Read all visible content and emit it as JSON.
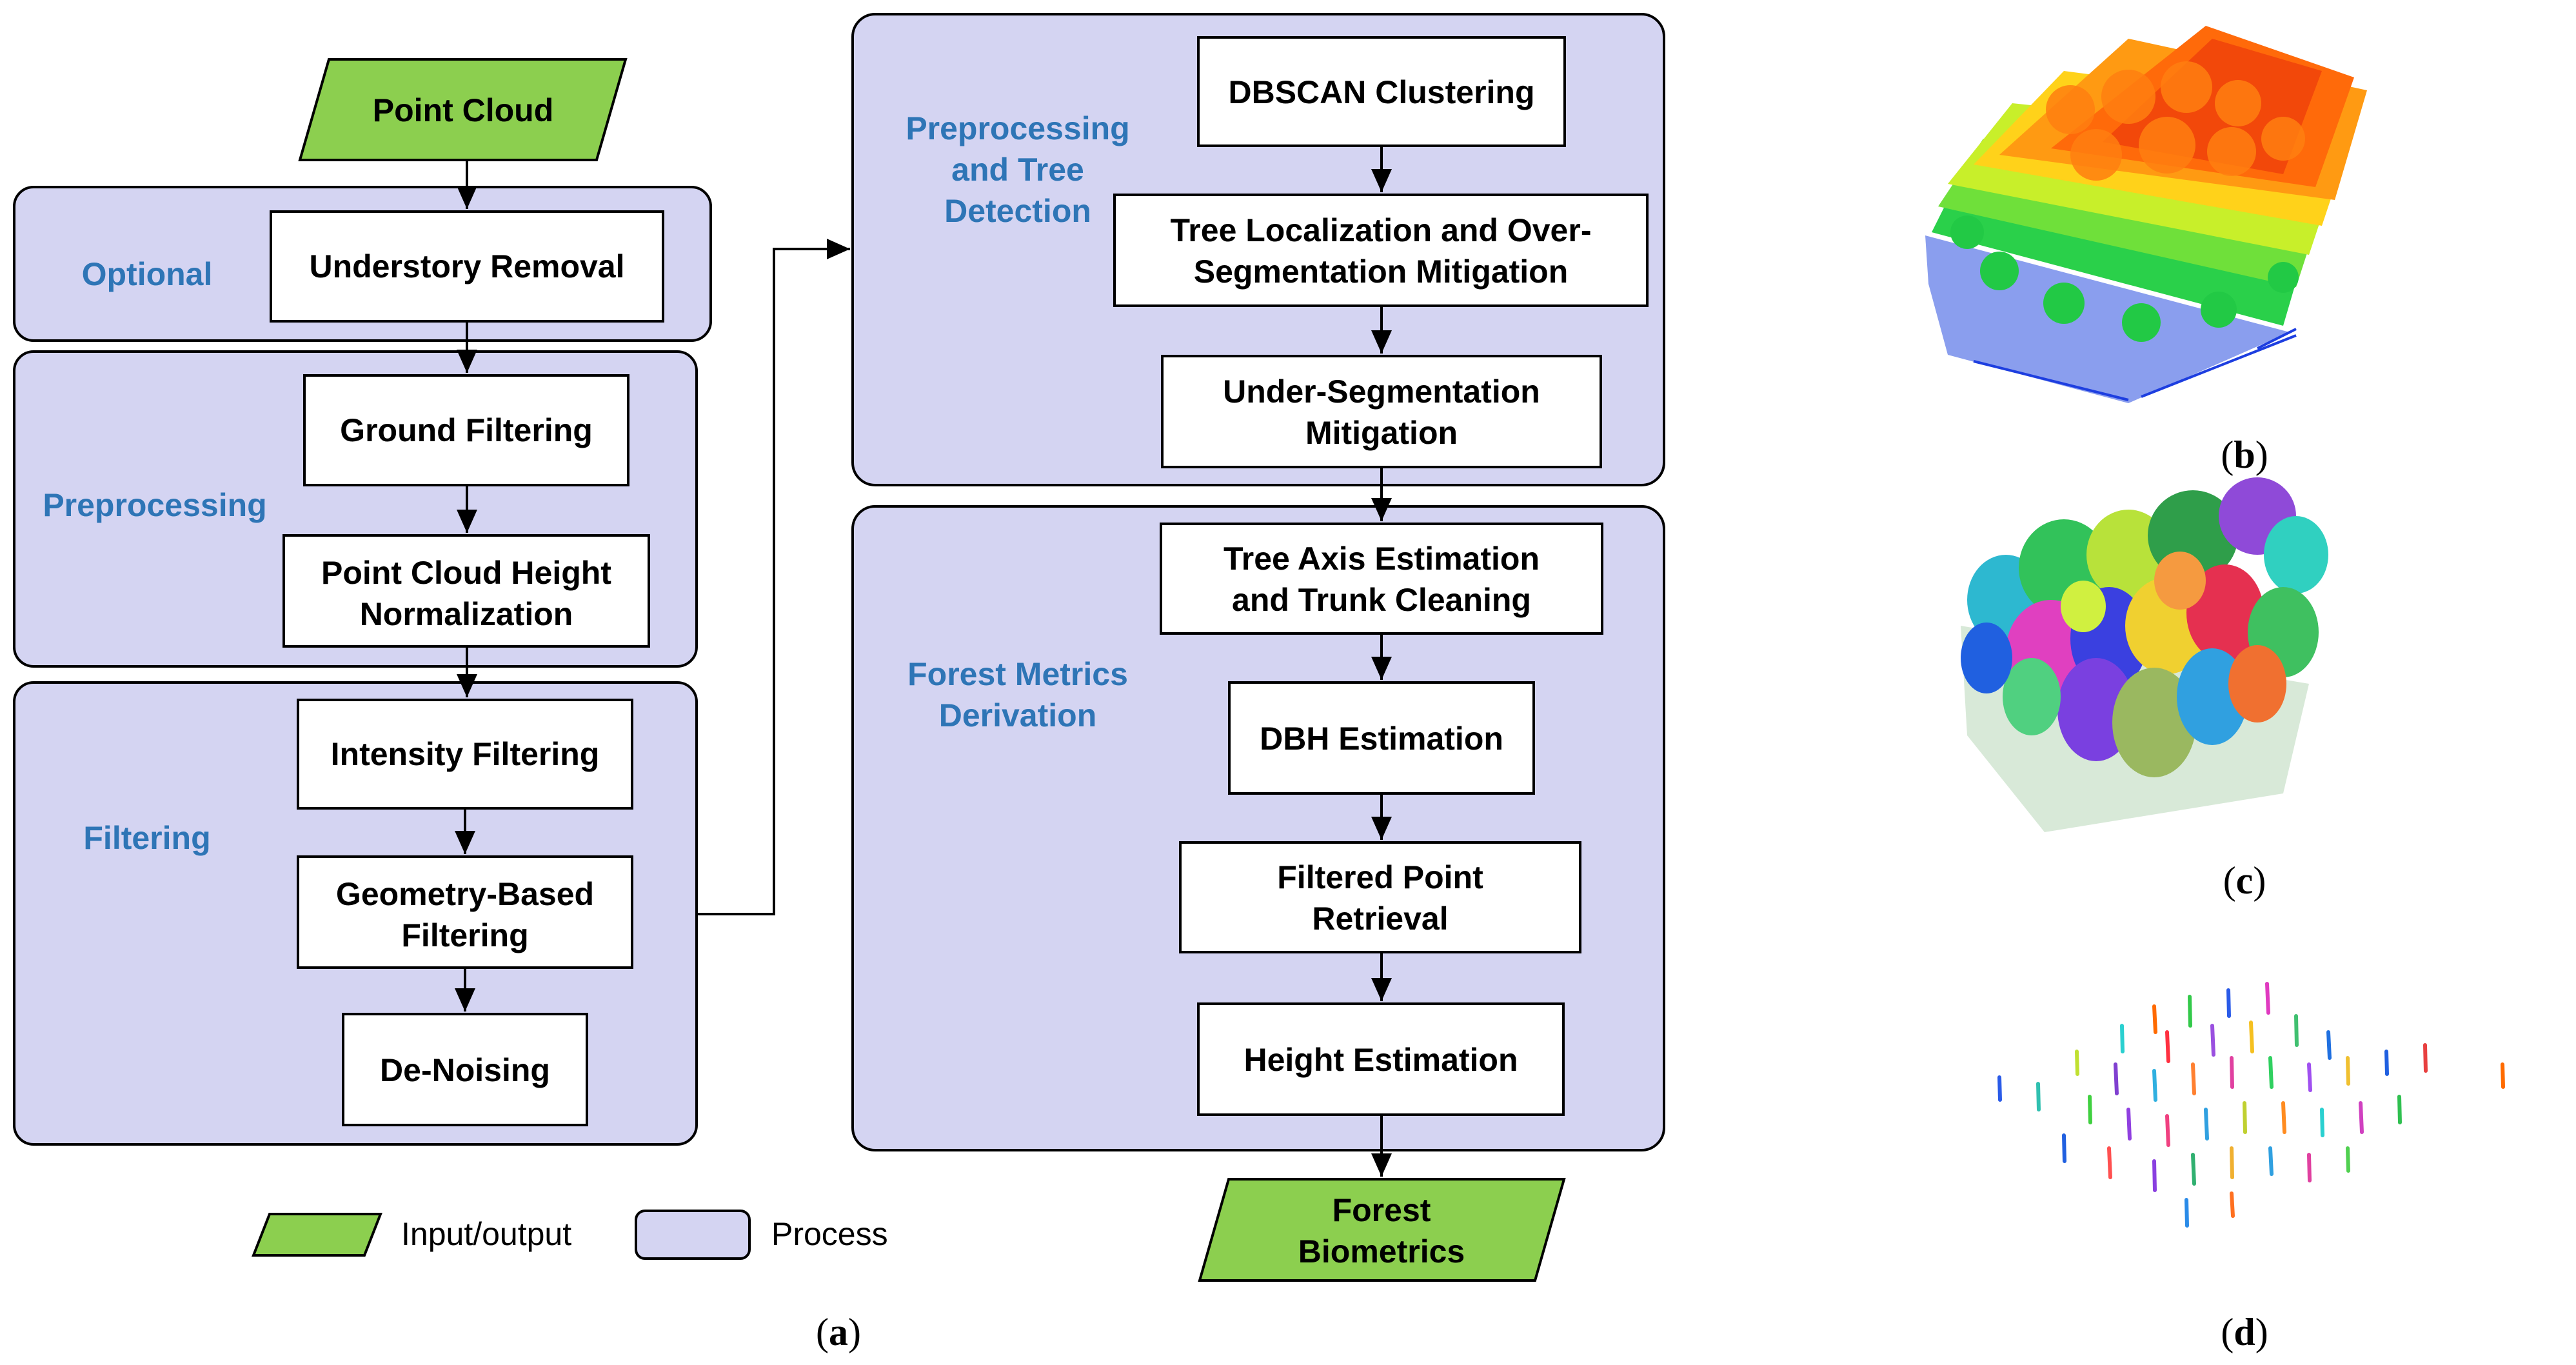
{
  "colors": {
    "process_fill": "#d4d4f2",
    "io_fill": "#8ccf4f",
    "group_label": "#2e75b6",
    "box_border": "#000000",
    "box_fill": "#ffffff"
  },
  "left_flow": {
    "input": "Point Cloud",
    "groups": {
      "optional": "Optional",
      "preprocessing": "Preprocessing",
      "filtering": "Filtering"
    },
    "steps": {
      "understory": "Understory Removal",
      "ground": "Ground Filtering",
      "height_norm": [
        "Point Cloud Height",
        "Normalization"
      ],
      "intensity": "Intensity Filtering",
      "geometry": [
        "Geometry-Based",
        "Filtering"
      ],
      "denoise": "De-Noising"
    }
  },
  "right_flow": {
    "groups": {
      "tree_detection": [
        "Preprocessing",
        "and Tree",
        "Detection"
      ],
      "forest_metrics": [
        "Forest Metrics",
        "Derivation"
      ]
    },
    "steps": {
      "dbscan": "DBSCAN Clustering",
      "localization": [
        "Tree Localization and Over-",
        "Segmentation Mitigation"
      ],
      "under_seg": [
        "Under-Segmentation",
        "Mitigation"
      ],
      "axis": [
        "Tree Axis Estimation",
        "and Trunk Cleaning"
      ],
      "dbh": "DBH Estimation",
      "retrieval": [
        "Filtered Point",
        "Retrieval"
      ],
      "height": "Height Estimation"
    },
    "output": [
      "Forest",
      "Biometrics"
    ]
  },
  "legend": {
    "io": "Input/output",
    "process": "Process"
  },
  "panels": {
    "a": {
      "open": "(",
      "letter": "a",
      "close": ")"
    },
    "b": {
      "open": "(",
      "letter": "b",
      "close": ")"
    },
    "c": {
      "open": "(",
      "letter": "c",
      "close": ")"
    },
    "d": {
      "open": "(",
      "letter": "d",
      "close": ")"
    }
  }
}
